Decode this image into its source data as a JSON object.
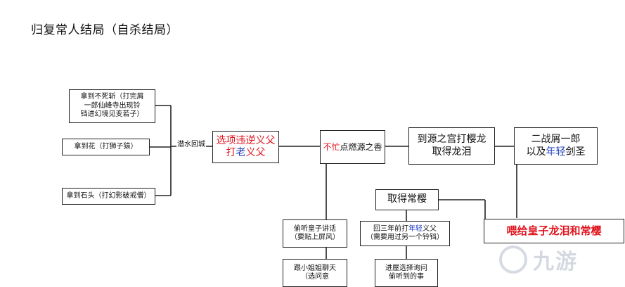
{
  "title": "归复常人结局（自杀结局）",
  "nodes": {
    "n1": "拿到不死斩（打完屑一郎仙峰寺出现铃铛进幻境见变若子）",
    "n1_lines": [
      "拿到不死斩（打完屑",
      "一郎仙峰寺出现铃",
      "铛进幻境见变若子）"
    ],
    "n2": "拿到花（打狮子猿）",
    "n3": "拿到石头（打幻影破戒僧）",
    "link_label": "潜水回城",
    "choice": {
      "line1": "选项违逆义父",
      "line2a": "打",
      "line2b": "老",
      "line2c": "义父"
    },
    "buddha": {
      "a": "不忙",
      "b": "点燃源之香"
    },
    "source": {
      "line1": "到源之宫打樱龙",
      "line2": "取得龙泪"
    },
    "duel": {
      "line1": "二战屑一郎",
      "line2a": "以及",
      "line2b": "年轻",
      "line2c": "剑圣"
    },
    "sakura": "取得常樱",
    "feed": "喂给皇子龙泪和常樱",
    "eaves": {
      "line1": "偷听皇子讲话",
      "line2": "（要贴上屏风）"
    },
    "past": {
      "line1a": "回三年前打",
      "line1b": "年轻",
      "line1c": "义父",
      "line2": "（需要用过另一个铃铛）"
    },
    "miss": {
      "line1": "跟小姐姐聊天",
      "line2": "（选问意"
    },
    "enter": {
      "line1": "进屋选择询问",
      "line2": "偷听到的事"
    }
  },
  "watermark": {
    "text": "九游"
  },
  "colors": {
    "red": "#e0141e",
    "blue": "#1f3fbf",
    "line": "#222222"
  }
}
